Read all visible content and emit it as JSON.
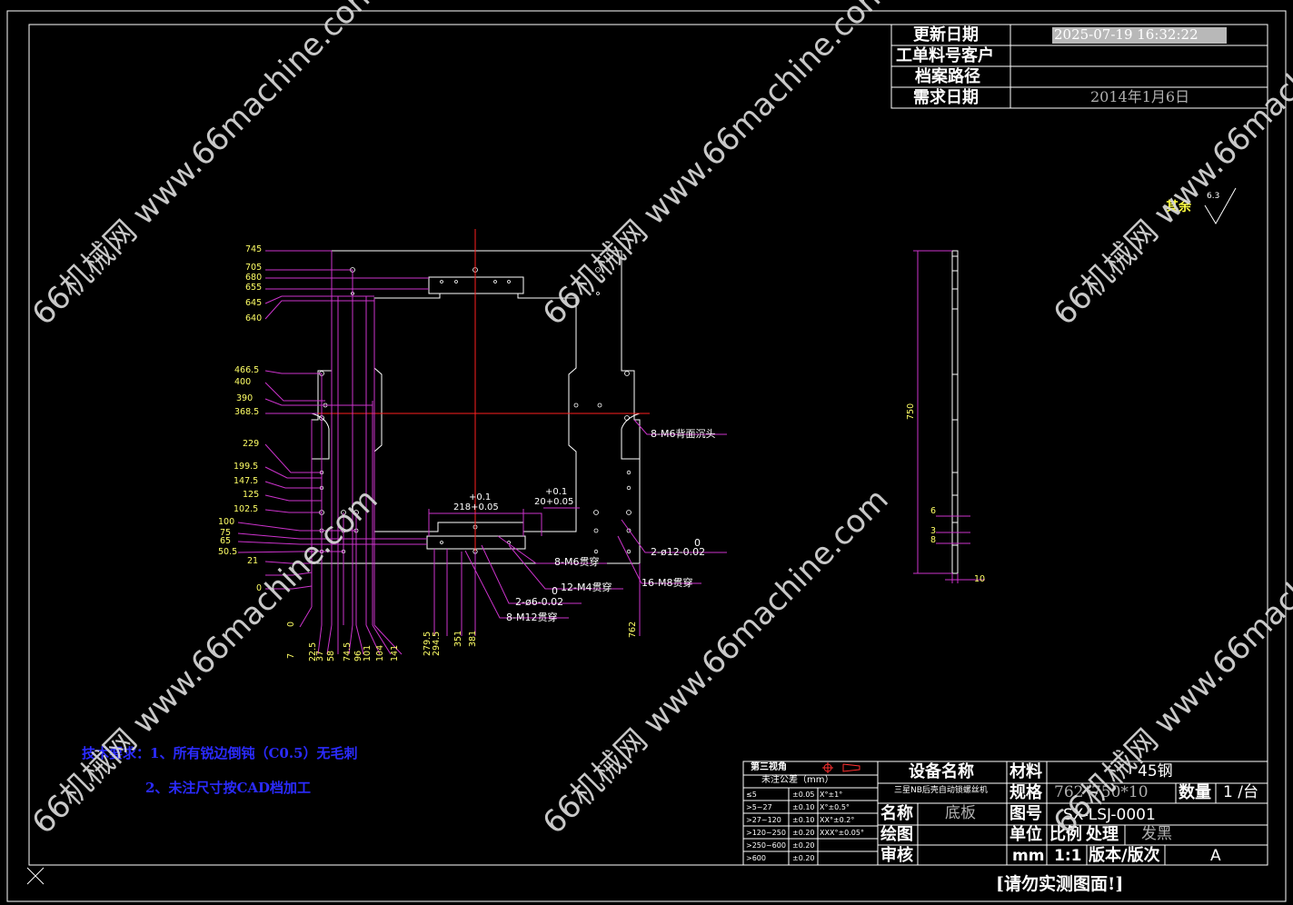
{
  "header_block": {
    "update_date_label": "更新日期",
    "update_date_value": "2025-07-19 16:32:22",
    "work_order_label": "工单料号客户",
    "archive_path_label": "档案路径",
    "demand_date_label": "需求日期",
    "demand_date_value": "2014年1月6日"
  },
  "surface_finish": {
    "label": "其余",
    "value": "6.3"
  },
  "dims_left": [
    "745",
    "705",
    "680",
    "655",
    "645",
    "640",
    "466.5",
    "400",
    "390",
    "368.5",
    "229",
    "199.5",
    "147.5",
    "125",
    "102.5",
    "100",
    "75",
    "65",
    "50.5",
    "21",
    "",
    "0"
  ],
  "dims_bottom": [
    "0",
    "7",
    "22.5",
    "37",
    "58",
    "74.5",
    "96",
    "101",
    "104",
    "141",
    "279.5",
    "294.5",
    "351",
    "381",
    "762"
  ],
  "center_dims": {
    "tol_plus1": "+0.1",
    "dim_218": "218+0.05",
    "tol_plus2": "+0.1",
    "dim_20": "20+0.05"
  },
  "callouts": {
    "m6_back": "8-M6背面沉头",
    "d12": "2-ø12-0.02",
    "d12_tol": "0",
    "m6_thru": "8-M6贯穿",
    "m4_thru": "12-M4贯穿",
    "m4_tol": "0",
    "m8_thru": "16-M8贯穿",
    "d6": "2-ø6-0.02",
    "m12_thru": "8-M12贯穿"
  },
  "side_view_dims": {
    "height": "750",
    "d6": "6",
    "d3": "3",
    "d8": "8",
    "thickness": "10"
  },
  "tech_requirements": {
    "line1": "技术要求：1、所有锐边倒钝（C0.5）无毛刺",
    "line2": "2、未注尺寸按CAD档加工"
  },
  "tolerance_table": {
    "title1": "第三视角",
    "title2": "未注公差（mm）",
    "rows": [
      [
        "≤5",
        "±0.05",
        "X°±1°"
      ],
      [
        ">5~27",
        "±0.10",
        "X°±0.5°"
      ],
      [
        ">27~120",
        "±0.10",
        "XX°±0.2°"
      ],
      [
        ">120~250",
        "±0.20",
        "XXX°±0.05°"
      ],
      [
        ">250~600",
        "±0.20",
        ""
      ],
      [
        ">600",
        "±0.20",
        ""
      ]
    ]
  },
  "title_block": {
    "equipment_label": "设备名称",
    "equipment_value": "三星NB后壳自动锁螺丝机",
    "material_label": "材料",
    "material_value": "45钢",
    "spec_label": "规格",
    "spec_value": "762*750*10",
    "qty_label": "数量",
    "qty_value": "1 /台",
    "name_label": "名称",
    "name_value": "底板",
    "drawing_no_label": "图号",
    "drawing_no_value": "SX-LSJ-0001",
    "drawn_label": "绘图",
    "unit_label": "单位",
    "scale_label": "比例",
    "treatment_label": "处理",
    "treatment_value": "发黑",
    "review_label": "审核",
    "unit_value": "mm",
    "scale_value": "1:1",
    "version_label": "版本/版次",
    "version_value": "A"
  },
  "footer_note": "[请勿实测图面!]",
  "watermark": "66机械网 www.66machine.com"
}
